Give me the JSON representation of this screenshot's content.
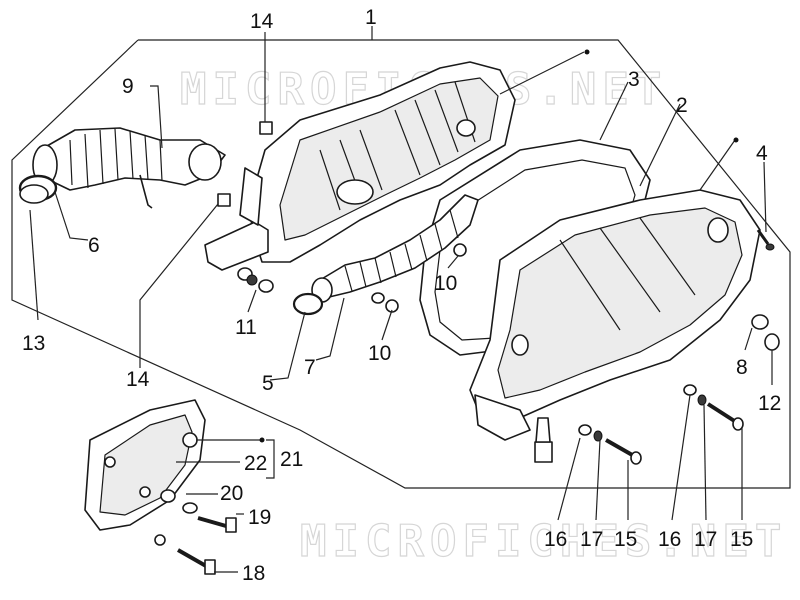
{
  "watermark": {
    "top": "MICROFICHES.NET",
    "bottom": "MICROFICHES.NET"
  },
  "callouts": {
    "c1": "1",
    "c2": "2",
    "c3": "3",
    "c4": "4",
    "c5": "5",
    "c6": "6",
    "c7": "7",
    "c8": "8",
    "c9": "9",
    "c10a": "10",
    "c10b": "10",
    "c11": "11",
    "c12": "12",
    "c13": "13",
    "c14a": "14",
    "c14b": "14",
    "c15a": "15",
    "c15b": "15",
    "c16a": "16",
    "c16b": "16",
    "c17a": "17",
    "c17b": "17",
    "c18": "18",
    "c19": "19",
    "c20": "20",
    "c21": "21",
    "c22": "22"
  }
}
